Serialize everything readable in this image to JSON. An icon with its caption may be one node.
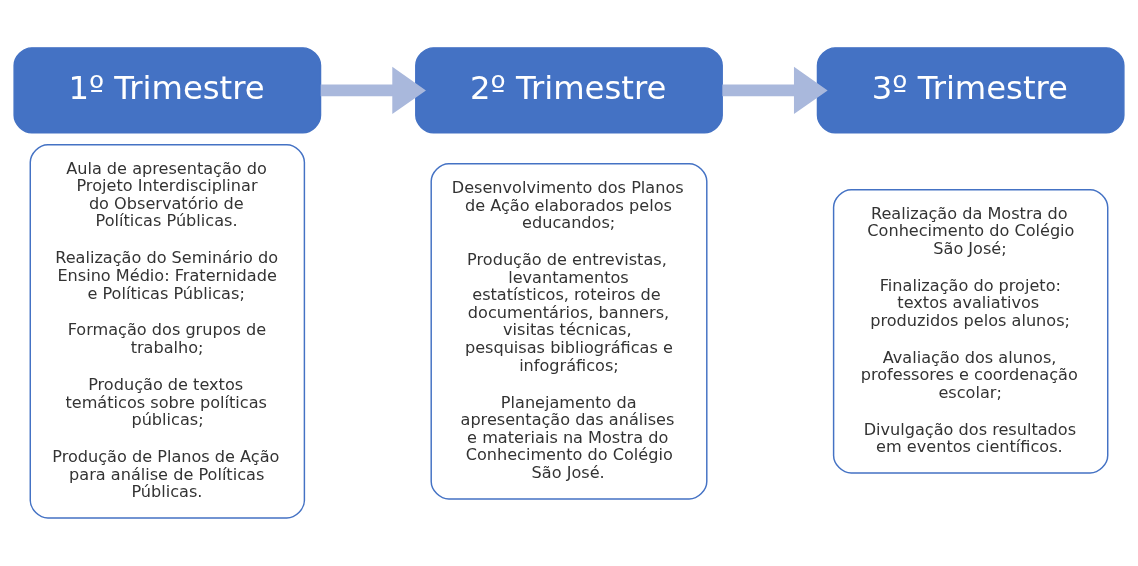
{
  "diagram": {
    "nodes": [
      {
        "text": [
          "1º Trimestre"
        ]
      },
      {
        "text": [
          "Aula de apresentação do Projeto Interdisciplinar do Observatório de Políticas Públicas.",
          "Realização do Seminário do Ensino Médio: Fraternidade e Políticas Públicas;",
          "Formação dos grupos de trabalho;",
          "Produção de textos temáticos sobre políticas públicas;",
          "Produção de Planos de Ação para análise de Políticas Públicas."
        ]
      },
      {
        "text": [
          "2º Trimestre"
        ]
      },
      {
        "text": [
          "Desenvolvimento dos Planos de Ação elaborados pelos educandos;",
          "Produção de entrevistas, levantamentos estatísticos, roteiros de documentários, banners, visitas técnicas, pesquisas bibliográficas e infográficos;",
          "Planejamento da apresentação das análises e materiais na Mostra do Conhecimento do Colégio São José."
        ]
      },
      {
        "text": [
          "3º Trimestre"
        ]
      },
      {
        "text": [
          "Realização da Mostra do Conhecimento do Colégio São José;",
          "Finalização do projeto: textos avaliativos produzidos pelos alunos;",
          "Avaliação dos alunos, professores e coordenação escolar;",
          "Divulgação dos resultados em eventos científicos."
        ]
      }
    ],
    "edges": [
      {
        "from": 0,
        "to": 2,
        "arrow": "to"
      },
      {
        "from": 2,
        "to": 4,
        "arrow": "to"
      }
    ]
  }
}
